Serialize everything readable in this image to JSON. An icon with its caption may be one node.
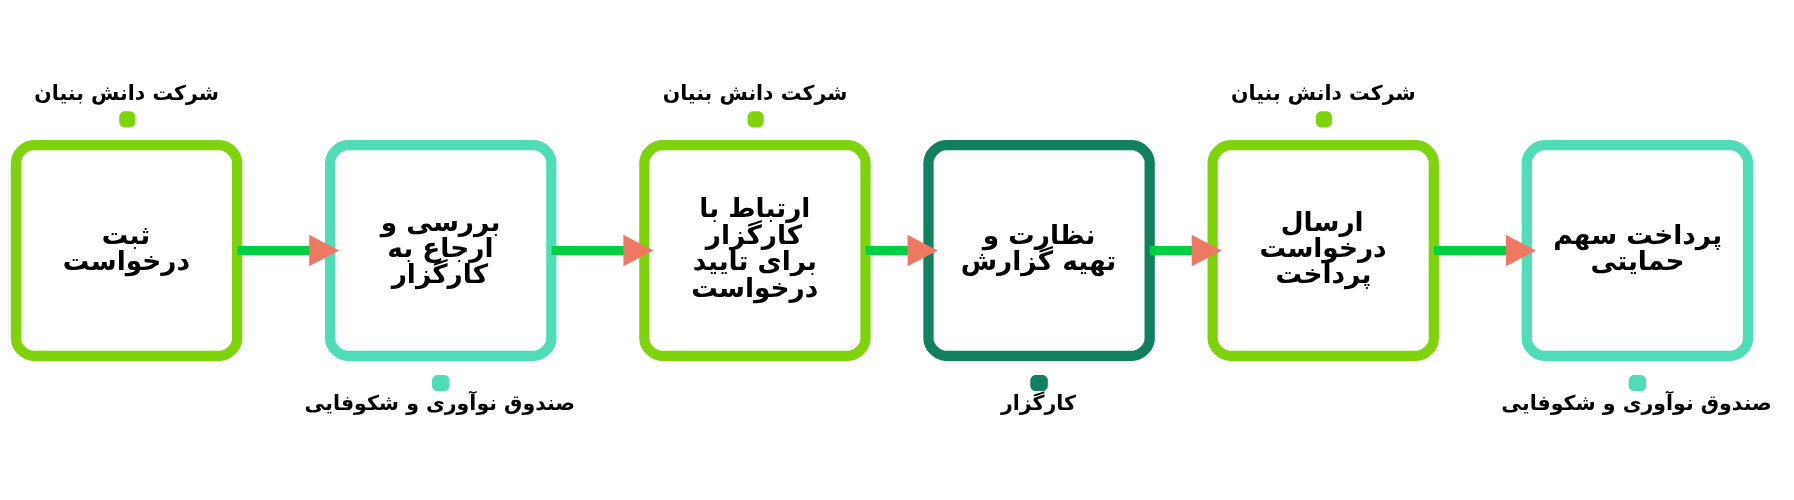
{
  "diagram": {
    "nodes": [
      {
        "text": [
          "ثبت درخواست"
        ],
        "beside": [
          "شرکت دانش بنیان"
        ]
      },
      {
        "text": [
          "بررسی و ارجاع به کارگزار"
        ],
        "beside": [
          "صندوق نوآوری و شکوفایی"
        ]
      },
      {
        "text": [
          "ارتباط با کارگزار برای تایید درخواست"
        ],
        "beside": [
          "شرکت دانش بنیان"
        ]
      },
      {
        "text": [
          "نظارت و تهیه گزارش"
        ],
        "beside": [
          "کارگزار"
        ]
      },
      {
        "text": [
          "ارسال درخواست پرداخت"
        ],
        "beside": [
          "شرکت دانش بنیان"
        ]
      },
      {
        "text": [
          "پرداخت سهم حمایتی"
        ],
        "beside": [
          "صندوق نوآوری و شکوفایی"
        ]
      }
    ],
    "edges": [
      {
        "from": 0,
        "to": 1,
        "arrow": "to"
      },
      {
        "from": 1,
        "to": 2,
        "arrow": "to"
      },
      {
        "from": 2,
        "to": 3,
        "arrow": "to"
      },
      {
        "from": 3,
        "to": 4,
        "arrow": "to"
      },
      {
        "from": 4,
        "to": 5,
        "arrow": "to"
      }
    ]
  }
}
